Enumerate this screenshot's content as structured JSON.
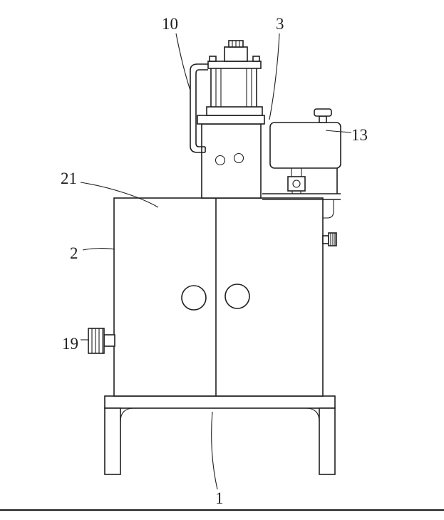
{
  "figure": {
    "background": "#ffffff",
    "line_color": "#1f1f1f",
    "labels": [
      {
        "text": "10"
      },
      {
        "text": "3"
      },
      {
        "text": "13"
      },
      {
        "text": "21"
      },
      {
        "text": "2"
      },
      {
        "text": "19"
      },
      {
        "text": "1"
      }
    ]
  }
}
